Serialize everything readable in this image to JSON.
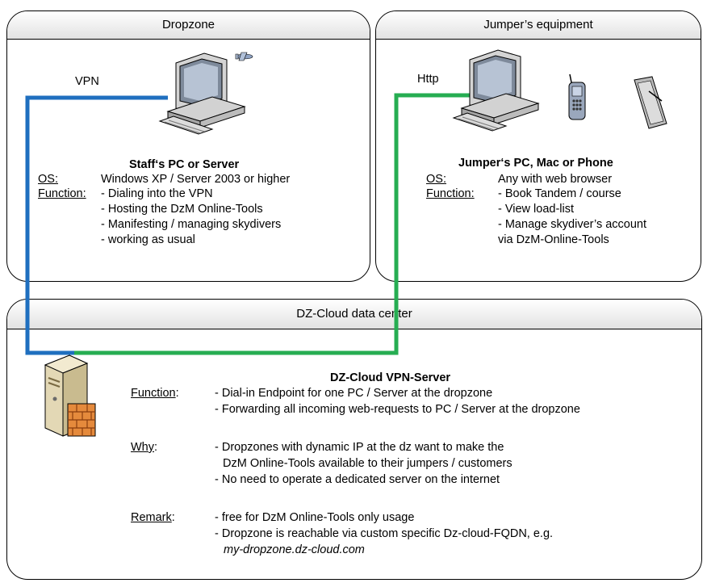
{
  "dropzone": {
    "title": "Dropzone",
    "link_label": "VPN",
    "device_title": "Staff‘s PC or Server",
    "os_label": "OS:",
    "os_value": "Windows XP / Server 2003 or higher",
    "function_label": "Function:",
    "functions": [
      "- Dialing into the VPN",
      "- Hosting the DzM Online-Tools",
      "- Manifesting / managing skydivers",
      "- working as usual"
    ]
  },
  "jumper": {
    "title": "Jumper’s equipment",
    "link_label": "Http",
    "device_title": "Jumper‘s PC, Mac or Phone",
    "os_label": "OS:",
    "os_value": "Any with web browser",
    "function_label": "Function:",
    "functions": [
      "- Book Tandem / course",
      "- View load-list",
      "- Manage skydiver’s account",
      "via DzM-Online-Tools"
    ]
  },
  "cloud": {
    "title": "DZ-Cloud data center",
    "device_title": "DZ-Cloud VPN-Server",
    "function_label": "Function",
    "function_colon": ":",
    "functions": [
      "- Dial-in Endpoint for one PC / Server at the dropzone",
      "- Forwarding all incoming web-requests to PC / Server at the dropzone"
    ],
    "why_label": "Why",
    "why_colon": ":",
    "why": [
      "- Dropzones with dynamic IP at the dz want to make the",
      "DzM Online-Tools available to their jumpers / customers",
      "- No need to operate a dedicated server on the internet"
    ],
    "remark_label": "Remark",
    "remark_colon": ":",
    "remarks": [
      "- free for DzM Online-Tools only usage",
      "- Dropzone is reachable via custom specific Dz-cloud-FQDN, e.g."
    ],
    "example_fqdn": "my-dropzone.dz-cloud.com"
  },
  "colors": {
    "vpn_line": "#1f6fbf",
    "http_line": "#26ad52",
    "header_top": "#ffffff",
    "header_bottom": "#e2e2e2"
  },
  "icons": [
    "desktop-pc-icon",
    "airplane-icon",
    "mobile-phone-icon",
    "tablet-icon",
    "server-with-firewall-icon"
  ]
}
